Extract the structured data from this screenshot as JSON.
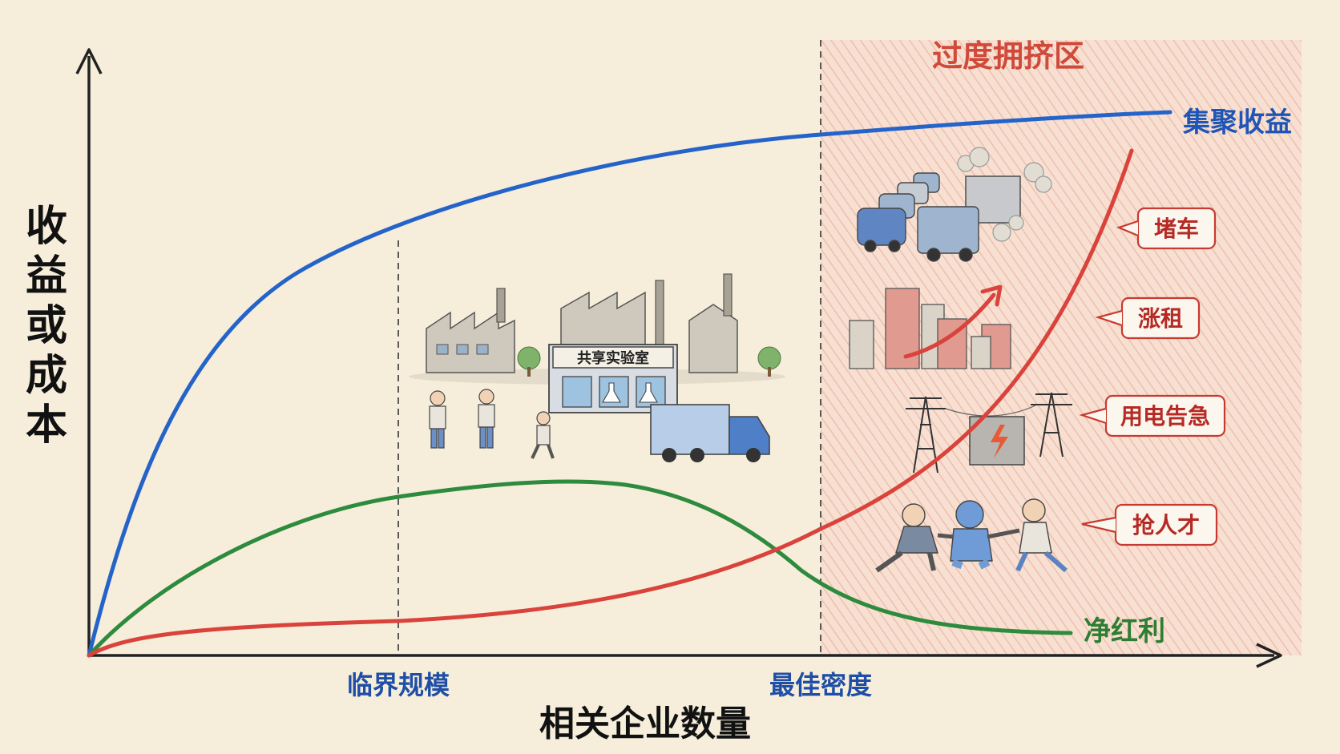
{
  "chart_data": {
    "type": "line",
    "ylabel": "收益或成本",
    "xlabel": "相关企业数量",
    "x_markers": [
      {
        "label": "临界规模",
        "color": "#1f4ea6"
      },
      {
        "label": "最佳密度",
        "color": "#1f4ea6"
      }
    ],
    "region": {
      "label": "过度拥挤区",
      "color": "#d04a3a"
    },
    "series": [
      {
        "name": "集聚收益",
        "color": "#2463c9",
        "shape": "rising, saturating"
      },
      {
        "name": "净红利",
        "color": "#2e8b3e",
        "shape": "rises, peaks, then falls"
      },
      {
        "name": "",
        "color": "#d9433c",
        "shape": "flat then accelerating"
      }
    ],
    "cost_callouts": [
      "堵车",
      "涨租",
      "用电告急",
      "抢人才"
    ],
    "illustration": {
      "lab_sign": "共享实验室"
    },
    "grid": false
  }
}
